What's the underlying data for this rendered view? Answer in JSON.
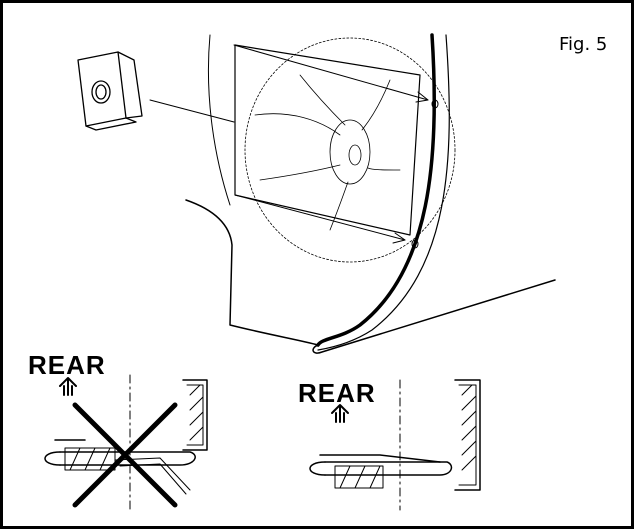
{
  "figure": {
    "label": "Fig. 5"
  },
  "callouts": {
    "wrong_orientation": {
      "label": "REAR"
    },
    "correct_orientation": {
      "label": "REAR"
    }
  },
  "icons": {
    "direction_arrow": "up-arrow-icon",
    "reject_mark": "x-cross-icon"
  }
}
